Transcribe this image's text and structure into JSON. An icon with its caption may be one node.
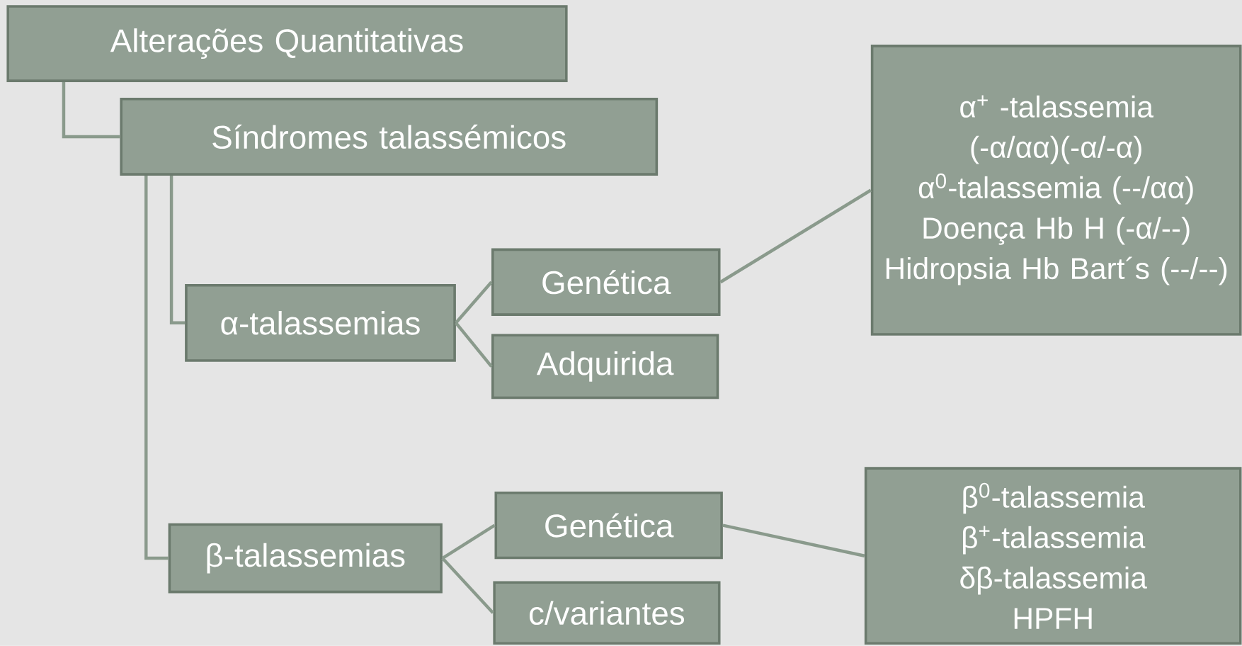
{
  "diagram": {
    "nodes": [
      {
        "text": [
          "Alterações Quantitativas"
        ]
      },
      {
        "text": [
          "Síndromes talassémicos"
        ]
      },
      {
        "text": [
          "α-talassemias"
        ]
      },
      {
        "text": [
          "Genética"
        ]
      },
      {
        "text": [
          "Adquirida"
        ]
      },
      {
        "text": [
          "α$^{+}$ -talassemia",
          "(-α/αα)(-α/-α)",
          "α$^{0}$-talassemia (--/αα)",
          "Doença Hb H (-α/--)",
          "Hidropsia Hb Bart´s (--/--)"
        ]
      },
      {
        "text": [
          "β-talassemias"
        ]
      },
      {
        "text": [
          "Genética"
        ]
      },
      {
        "text": [
          "c/variantes"
        ]
      },
      {
        "text": [
          "β$^{0}$-talassemia",
          "β$^{+}$-talassemia",
          "δβ-talassemia",
          "HPFH"
        ]
      }
    ],
    "edges": [
      {
        "from": 0,
        "to": 1,
        "arrow": "none"
      },
      {
        "from": 1,
        "to": 2,
        "arrow": "none"
      },
      {
        "from": 1,
        "to": 6,
        "arrow": "none"
      },
      {
        "from": 2,
        "to": 3,
        "arrow": "none"
      },
      {
        "from": 2,
        "to": 4,
        "arrow": "none"
      },
      {
        "from": 3,
        "to": 5,
        "arrow": "none"
      },
      {
        "from": 6,
        "to": 7,
        "arrow": "none"
      },
      {
        "from": 6,
        "to": 8,
        "arrow": "none"
      },
      {
        "from": 7,
        "to": 9,
        "arrow": "none"
      }
    ]
  }
}
